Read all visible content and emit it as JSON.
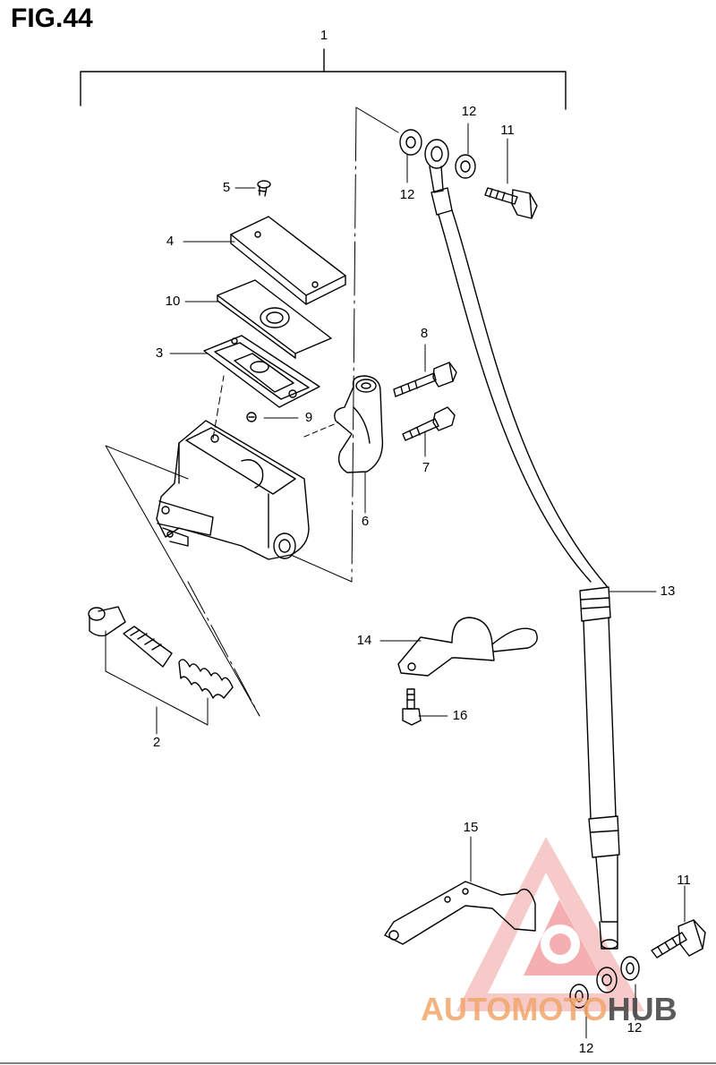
{
  "figure": {
    "title": "FIG.44",
    "callouts": {
      "c1": "1",
      "c2": "2",
      "c3": "3",
      "c4": "4",
      "c5": "5",
      "c6": "6",
      "c7": "7",
      "c8": "8",
      "c9": "9",
      "c10": "10",
      "c11_top": "11",
      "c11_bottom": "11",
      "c12_a": "12",
      "c12_b": "12",
      "c12_c": "12",
      "c12_d": "12",
      "c13": "13",
      "c14": "14",
      "c15": "15",
      "c16": "16"
    }
  },
  "watermark": {
    "part_a": "AUTOMOTO",
    "part_b": "HUB",
    "colors": {
      "accent": "#e8474a",
      "text_a": "#f1a66a",
      "text_b": "#4a4a4a"
    }
  }
}
